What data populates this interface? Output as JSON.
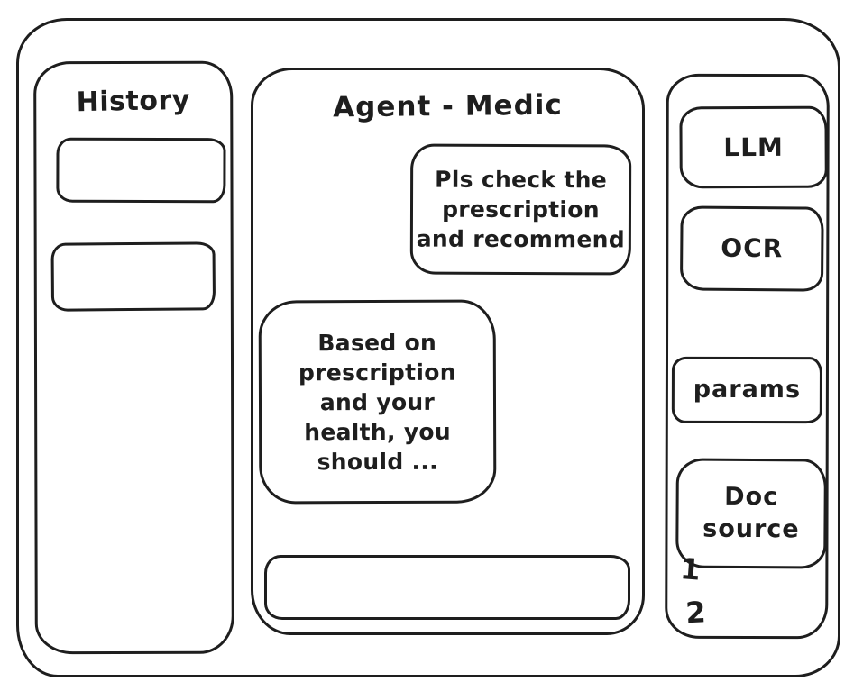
{
  "window": {
    "stroke_color": "#1e1e1e",
    "background_color": "#ffffff"
  },
  "history_panel": {
    "title": "History",
    "items": [
      {
        "label": ""
      },
      {
        "label": ""
      }
    ]
  },
  "chat_panel": {
    "title": "Agent - Medic",
    "messages": [
      {
        "role": "user",
        "text": "Pls check the\nprescription\nand recommend"
      },
      {
        "role": "assistant",
        "text": "Based on\nprescription\nand your\nhealth, you\nshould ..."
      }
    ],
    "input": {
      "value": "",
      "placeholder": ""
    }
  },
  "tools_panel": {
    "items": [
      {
        "label": "LLM"
      },
      {
        "label": "OCR"
      },
      {
        "label": "params"
      },
      {
        "label": "Doc\nsource"
      }
    ],
    "step_labels": [
      "1",
      "2"
    ]
  }
}
